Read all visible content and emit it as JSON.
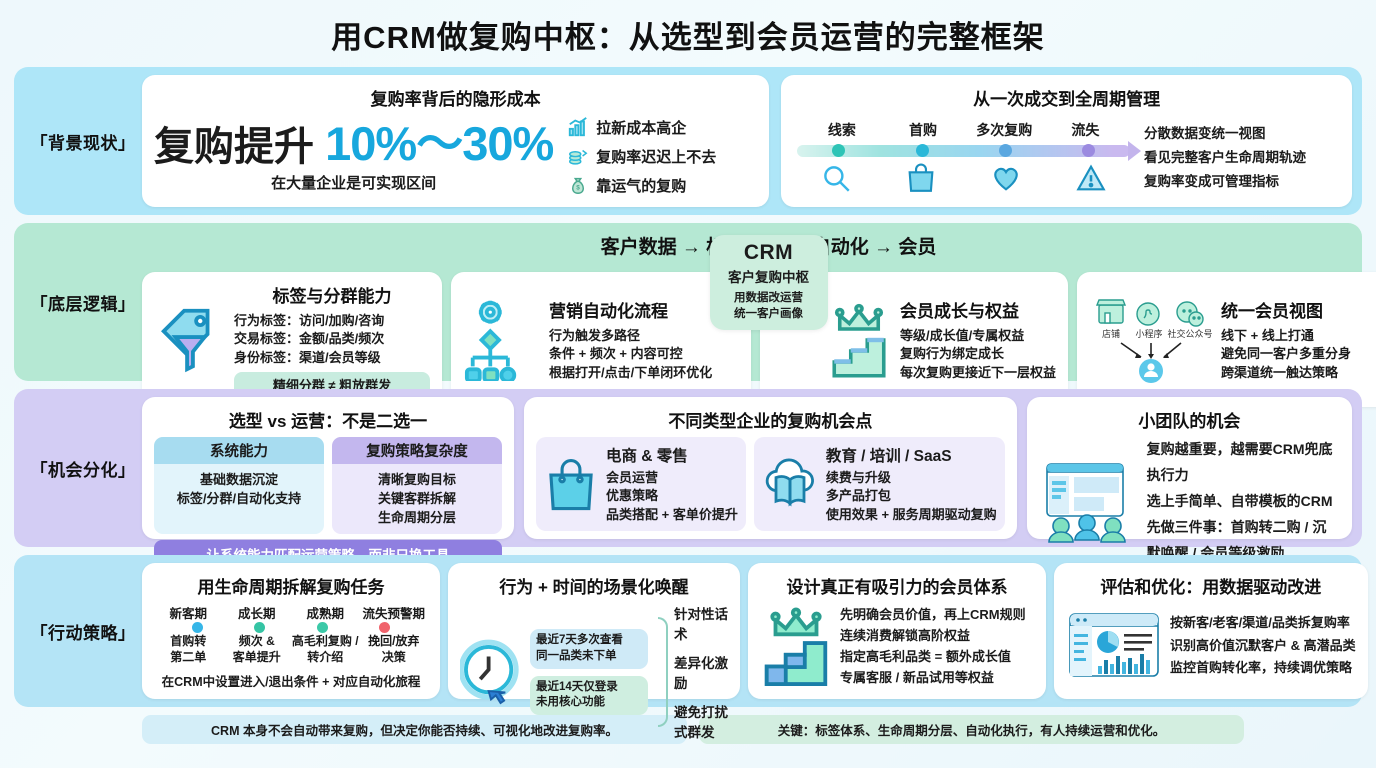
{
  "title": "用CRM做复购中枢：从选型到会员运营的完整框架",
  "rows": {
    "background": {
      "label": "「背景现状」",
      "cost_card": {
        "title": "复购率背后的隐形成本",
        "big_prefix": "复购提升",
        "big_highlight": "10%～30%",
        "sub": "在大量企业是可实现区间",
        "items": [
          {
            "icon": "chart-up-icon",
            "label": "拉新成本高企"
          },
          {
            "icon": "coins-icon",
            "label": "复购率迟迟上不去"
          },
          {
            "icon": "money-bag-icon",
            "label": "靠运气的复购"
          }
        ]
      },
      "lifecycle_card": {
        "title": "从一次成交到全周期管理",
        "stages": [
          {
            "label": "线索",
            "icon": "magnifier-icon",
            "dot": "#2ec4b6"
          },
          {
            "label": "首购",
            "icon": "shopping-bag-icon",
            "dot": "#2bb8d8"
          },
          {
            "label": "多次复购",
            "icon": "heart-icon",
            "dot": "#5aa7e0"
          },
          {
            "label": "流失",
            "icon": "warning-icon",
            "dot": "#9b8ae0"
          }
        ],
        "notes": [
          "分散数据变统一视图",
          "看见完整客户生命周期轨迹",
          "复购率变成可管理指标"
        ]
      }
    },
    "logic": {
      "label": "「底层逻辑」",
      "band_title": "客户数据 → 标签分群 → 自动化 → 会员",
      "hub": {
        "name": "CRM",
        "sub": "客户复购中枢",
        "lines": [
          "用数据改运营",
          "统一客户画像"
        ]
      },
      "cards": [
        {
          "name": "tag-card",
          "icon": "tag-funnel-icon",
          "title": "标签与分群能力",
          "lines": [
            "行为标签：访问/加购/咨询",
            "交易标签：金额/品类/频次",
            "身份标签：渠道/会员等级"
          ],
          "note": "精细分群 ≠ 粗放群发"
        },
        {
          "name": "automation-card",
          "icon": "flow-gear-icon",
          "title": "营销自动化流程",
          "lines": [
            "行为触发多路径",
            "条件 + 频次 + 内容可控",
            "根据打开/点击/下单闭环优化"
          ],
          "note": ""
        },
        {
          "name": "member-growth-card",
          "icon": "crown-stairs-icon",
          "title": "会员成长与权益",
          "lines": [
            "等级/成长值/专属权益",
            "复购行为绑定成长",
            "每次复购更接近下一层权益"
          ],
          "note": ""
        },
        {
          "name": "unified-view-card",
          "icon": "channels-user-icon",
          "title": "统一会员视图",
          "lines": [
            "线下 + 线上打通",
            "避免同一客户多重分身",
            "跨渠道统一触达策略"
          ],
          "channels": [
            "店铺",
            "小程序",
            "社交公众号"
          ],
          "note": ""
        }
      ]
    },
    "opportunity": {
      "label": "「机会分化」",
      "selection_card": {
        "title": "选型 vs 运营：不是二选一",
        "left": {
          "head": "系统能力",
          "lines": [
            "基础数据沉淀",
            "标签/分群/自动化支持"
          ]
        },
        "right": {
          "head": "复购策略复杂度",
          "lines": [
            "清晰复购目标",
            "关键客群拆解",
            "生命周期分层"
          ]
        },
        "bottom": "让系统能力匹配运营策略，而非只换工具"
      },
      "types_card": {
        "title": "不同类型企业的复购机会点",
        "types": [
          {
            "icon": "shopping-bag-icon",
            "name": "电商 & 零售",
            "lines": [
              "会员运营",
              "优惠策略",
              "品类搭配 + 客单价提升"
            ]
          },
          {
            "icon": "cloud-book-icon",
            "name": "教育 / 培训 / SaaS",
            "lines": [
              "续费与升级",
              "多产品打包",
              "使用效果 + 服务周期驱动复购"
            ]
          }
        ]
      },
      "small_team_card": {
        "icon": "dashboard-team-icon",
        "title": "小团队的机会",
        "lines": [
          "复购越重要，越需要CRM兜底执行力",
          "选上手简单、自带模板的CRM",
          "先做三件事：首购转二购 / 沉默唤醒 / 会员等级激励"
        ]
      }
    },
    "action": {
      "label": "「行动策略」",
      "lifecycle_card": {
        "title": "用生命周期拆解复购任务",
        "stages": [
          {
            "label": "新客期",
            "dot": "#36b6e8",
            "sub": "首购转\n第二单"
          },
          {
            "label": "成长期",
            "dot": "#35c4a4",
            "sub": "频次 &\n客单提升"
          },
          {
            "label": "成熟期",
            "dot": "#3cc9a8",
            "sub": "高毛利复购 /\n转介绍"
          },
          {
            "label": "流失预警期",
            "dot": "#f0636c",
            "sub": "挽回/放弃\n决策"
          }
        ],
        "foot": "在CRM中设置进入/退出条件 + 对应自动化旅程"
      },
      "wake_card": {
        "icon": "clock-cursor-icon",
        "title": "行为 + 时间的场景化唤醒",
        "bubbles": [
          "最近7天多次查看\n同一品类未下单",
          "最近14天仅登录\n未用核心功能"
        ],
        "outputs": [
          "针对性话术",
          "差异化激励",
          "避免打扰式群发"
        ]
      },
      "membership_card": {
        "icon": "crown-stairs-icon",
        "title": "设计真正有吸引力的会员体系",
        "lines": [
          "先明确会员价值，再上CRM规则",
          "连续消费解锁高阶权益",
          "指定高毛利品类 = 额外成长值",
          "专属客服 / 新品试用等权益"
        ]
      },
      "eval_card": {
        "icon": "analytics-dashboard-icon",
        "title": "评估和优化：用数据驱动改进",
        "lines": [
          "按新客/老客/渠道/品类拆复购率",
          "识别高价值沉默客户 & 高潜品类",
          "监控首购转化率，持续调优策略"
        ]
      }
    }
  },
  "footer": {
    "left": "CRM 本身不会自动带来复购，但决定你能否持续、可视化地改进复购率。",
    "right": "关键：标签体系、生命周期分层、自动化执行，有人持续运营和优化。"
  },
  "colors": {
    "accent_blue": "#17a7dd",
    "band_blue": "#aee6f8",
    "band_green": "#b5e8d3",
    "band_purple": "#d3cdf4"
  }
}
